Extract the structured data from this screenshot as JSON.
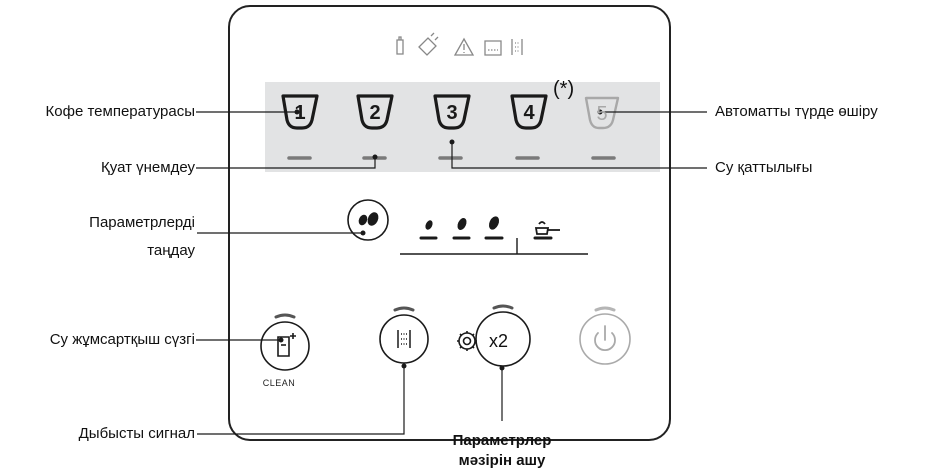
{
  "labels": {
    "coffee_temperature": "Кофе температурасы",
    "energy_saving": "Қуат үнемдеу",
    "select_parameters_line1": "Параметрлерді",
    "select_parameters_line2": "таңдау",
    "water_softener_filter": "Су жұмсартқыш сүзгі",
    "beep_signal": "Дыбысты сигнал",
    "open_menu_line1": "Параметрлер",
    "open_menu_line2": "мәзірін ашу",
    "auto_off": "Автоматты түрде өшіру",
    "water_hardness": "Су қаттылығы"
  },
  "numbers": [
    "1",
    "2",
    "3",
    "4",
    "5"
  ],
  "footnote_mark": "(*)",
  "clean_label": "CLEAN",
  "menu_button_text": "x2",
  "status_icons": [
    "descale-icon",
    "pour-icon",
    "warning-icon",
    "water-tank-icon",
    "sound-icon"
  ],
  "colors": {
    "strip": "#e2e3e4",
    "indicator": "#777777",
    "disabled": "#aaaaaa"
  }
}
